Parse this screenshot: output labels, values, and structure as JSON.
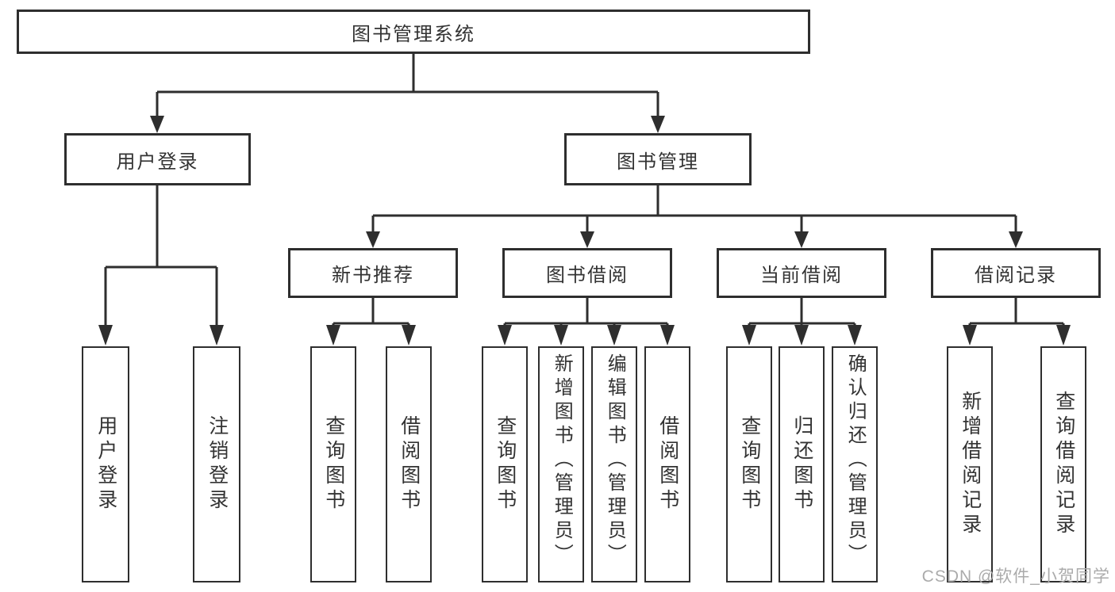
{
  "colors": {
    "line": "#2e2e2e",
    "box_border": "#2e2e2e",
    "text": "#333333",
    "background": "#ffffff",
    "watermark": "#ababab"
  },
  "tree": {
    "root": {
      "label": "图书管理系统"
    },
    "branches": [
      {
        "label": "用户登录",
        "children": [
          {
            "label": "用户登录"
          },
          {
            "label": "注销登录"
          }
        ]
      },
      {
        "label": "图书管理",
        "children": [
          {
            "label": "新书推荐",
            "children": [
              {
                "label": "查询图书"
              },
              {
                "label": "借阅图书"
              }
            ]
          },
          {
            "label": "图书借阅",
            "children": [
              {
                "label": "查询图书"
              },
              {
                "label": "新增图书（管理员）"
              },
              {
                "label": "编辑图书（管理员）"
              },
              {
                "label": "借阅图书"
              }
            ]
          },
          {
            "label": "当前借阅",
            "children": [
              {
                "label": "查询图书"
              },
              {
                "label": "归还图书"
              },
              {
                "label": "确认归还（管理员）"
              }
            ]
          },
          {
            "label": "借阅记录",
            "children": [
              {
                "label": "新增借阅记录"
              },
              {
                "label": "查询借阅记录"
              }
            ]
          }
        ]
      }
    ]
  },
  "watermark": {
    "text": "CSDN @软件_小贺同学"
  }
}
